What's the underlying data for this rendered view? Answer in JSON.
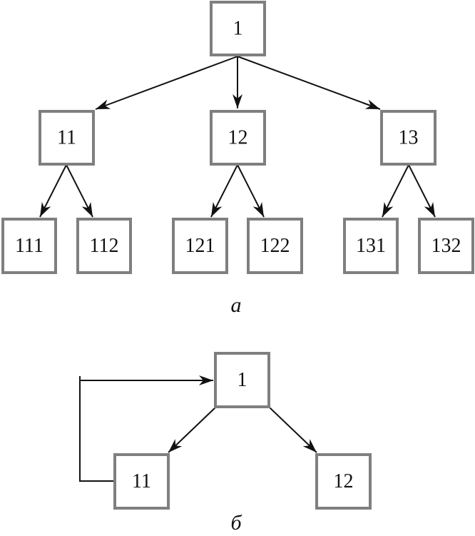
{
  "diagram_a": {
    "caption": "а",
    "nodes": [
      {
        "id": "a-1",
        "label": "1"
      },
      {
        "id": "a-11",
        "label": "11"
      },
      {
        "id": "a-12",
        "label": "12"
      },
      {
        "id": "a-13",
        "label": "13"
      },
      {
        "id": "a-111",
        "label": "111"
      },
      {
        "id": "a-112",
        "label": "112"
      },
      {
        "id": "a-121",
        "label": "121"
      },
      {
        "id": "a-122",
        "label": "122"
      },
      {
        "id": "a-131",
        "label": "131"
      },
      {
        "id": "a-132",
        "label": "132"
      }
    ],
    "edges": [
      {
        "from": "a-1",
        "to": "a-11"
      },
      {
        "from": "a-1",
        "to": "a-12"
      },
      {
        "from": "a-1",
        "to": "a-13"
      },
      {
        "from": "a-11",
        "to": "a-111"
      },
      {
        "from": "a-11",
        "to": "a-112"
      },
      {
        "from": "a-12",
        "to": "a-121"
      },
      {
        "from": "a-12",
        "to": "a-122"
      },
      {
        "from": "a-13",
        "to": "a-131"
      },
      {
        "from": "a-13",
        "to": "a-132"
      }
    ]
  },
  "diagram_b": {
    "caption": "б",
    "nodes": [
      {
        "id": "b-1",
        "label": "1"
      },
      {
        "id": "b-11",
        "label": "11"
      },
      {
        "id": "b-12",
        "label": "12"
      }
    ],
    "edges": [
      {
        "from": "b-1",
        "to": "b-11"
      },
      {
        "from": "b-1",
        "to": "b-12"
      },
      {
        "from": "b-11",
        "to": "b-1",
        "kind": "feedback-loop"
      }
    ]
  }
}
